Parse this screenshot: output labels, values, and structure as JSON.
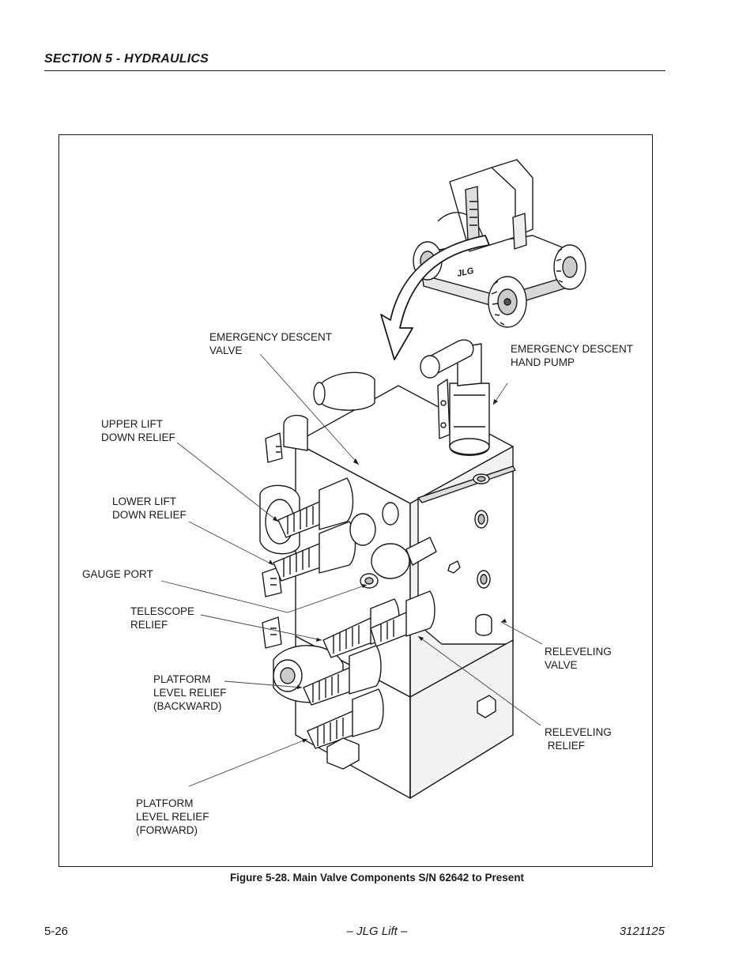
{
  "header": {
    "section_title": "SECTION 5 - HYDRAULICS"
  },
  "figure": {
    "callouts": {
      "emergency_descent_valve": "EMERGENCY DESCENT\nVALVE",
      "emergency_descent_hand_pump": "EMERGENCY DESCENT\nHAND PUMP",
      "upper_lift_down_relief": "UPPER LIFT\nDOWN RELIEF",
      "lower_lift_down_relief": "LOWER LIFT\nDOWN RELIEF",
      "gauge_port": "GAUGE PORT",
      "telescope_relief": "TELESCOPE\nRELIEF",
      "platform_level_relief_backward": "PLATFORM\nLEVEL RELIEF\n(BACKWARD)",
      "releveling_valve": "RELEVELING\nVALVE",
      "releveling_relief": "RELEVELING\n RELIEF",
      "platform_level_relief_forward": "PLATFORM\nLEVEL RELIEF\n(FORWARD)"
    },
    "machine_logo_text": "JLG",
    "caption": "Figure 5-28.  Main Valve Components S/N 62642 to Present"
  },
  "footer": {
    "page_number": "5-26",
    "center_text": "– JLG Lift –",
    "doc_number": "3121125"
  }
}
